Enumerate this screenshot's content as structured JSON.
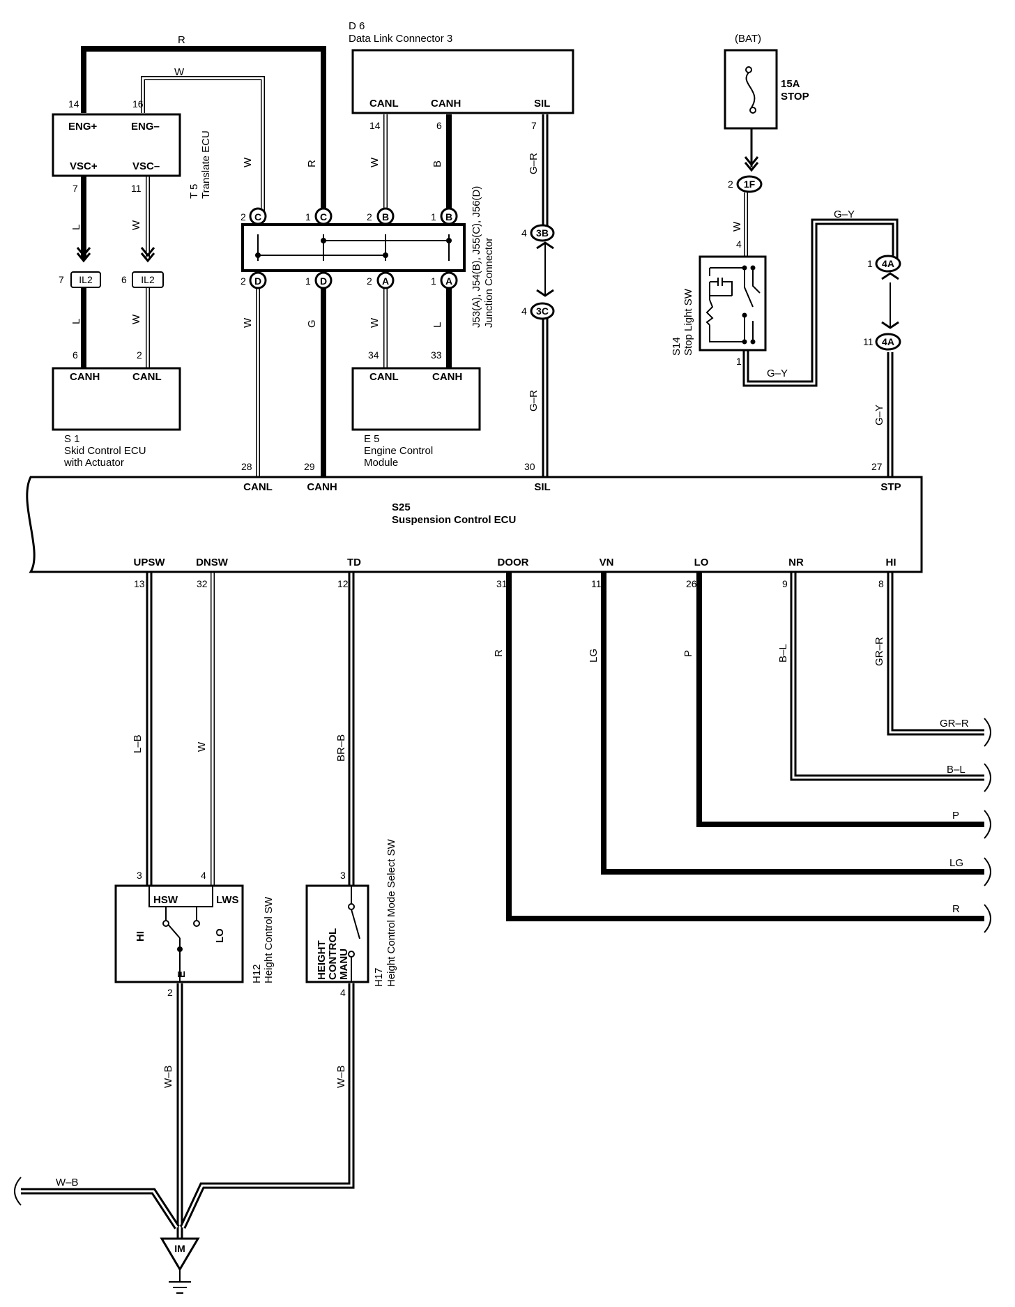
{
  "components": {
    "t5": {
      "id": "T 5",
      "name": "Translate ECU",
      "pins": {
        "eng_plus": "ENG+",
        "eng_minus": "ENG–",
        "vsc_plus": "VSC+",
        "vsc_minus": "VSC–"
      },
      "nums": {
        "p14": "14",
        "p16": "16",
        "p7": "7",
        "p11": "11"
      }
    },
    "s1": {
      "id": "S 1",
      "name1": "Skid Control ECU",
      "name2": "with Actuator",
      "pins": {
        "canh": "CANH",
        "canl": "CANL"
      },
      "nums": {
        "p6": "6",
        "p2": "2"
      }
    },
    "d6": {
      "id": "D 6",
      "name": "Data Link Connector 3",
      "pins": {
        "canl": "CANL",
        "canh": "CANH",
        "sil": "SIL"
      },
      "nums": {
        "p14": "14",
        "p6": "6",
        "p7": "7"
      }
    },
    "junction": {
      "name1": "J53(A), J54(B), J55(C), J56(D)",
      "name2": "Junction Connector",
      "top": [
        {
          "num": "2",
          "tag": "C"
        },
        {
          "num": "1",
          "tag": "C"
        },
        {
          "num": "2",
          "tag": "B"
        },
        {
          "num": "1",
          "tag": "B"
        }
      ],
      "bottom": [
        {
          "num": "2",
          "tag": "D"
        },
        {
          "num": "1",
          "tag": "D"
        },
        {
          "num": "2",
          "tag": "A"
        },
        {
          "num": "1",
          "tag": "A"
        }
      ]
    },
    "e5": {
      "id": "E 5",
      "name1": "Engine Control",
      "name2": "Module",
      "pins": {
        "canl": "CANL",
        "canh": "CANH"
      },
      "nums": {
        "p34": "34",
        "p33": "33"
      }
    },
    "fuse": {
      "source": "(BAT)",
      "rating": "15A",
      "name": "STOP"
    },
    "s14": {
      "id": "S14",
      "name": "Stop Light SW",
      "nums": {
        "p4": "4",
        "p1": "1"
      }
    },
    "s25": {
      "id": "S25",
      "name": "Suspension Control ECU",
      "top_pins": [
        {
          "num": "28",
          "label": "CANL"
        },
        {
          "num": "29",
          "label": "CANH"
        },
        {
          "num": "30",
          "label": "SIL"
        },
        {
          "num": "27",
          "label": "STP"
        }
      ],
      "bottom_pins": [
        {
          "num": "13",
          "label": "UPSW"
        },
        {
          "num": "32",
          "label": "DNSW"
        },
        {
          "num": "12",
          "label": "TD"
        },
        {
          "num": "31",
          "label": "DOOR"
        },
        {
          "num": "11",
          "label": "VN"
        },
        {
          "num": "26",
          "label": "LO"
        },
        {
          "num": "9",
          "label": "NR"
        },
        {
          "num": "8",
          "label": "HI"
        }
      ]
    },
    "h12": {
      "id": "H12",
      "name": "Height Control SW",
      "labels": {
        "hsw": "HSW",
        "lws": "LWS",
        "hi": "HI",
        "lo": "LO",
        "e": "E"
      },
      "nums": {
        "p3": "3",
        "p4": "4",
        "p2": "2"
      }
    },
    "h17": {
      "id": "H17",
      "name": "Height  Control Mode Select SW",
      "labels": {
        "l1": "HEIGHT",
        "l2": "CONTROL",
        "l3": "MANU"
      },
      "nums": {
        "p3": "3",
        "p4": "4"
      }
    },
    "ground": {
      "label": "IM"
    }
  },
  "connectors": {
    "il2_left": {
      "num": "7",
      "label": "IL2"
    },
    "il2_right": {
      "num": "6",
      "label": "IL2"
    },
    "c1f": {
      "num": "2",
      "label": "1F"
    },
    "c3b": {
      "num": "4",
      "label": "3B"
    },
    "c3c": {
      "num": "4",
      "label": "3C"
    },
    "c4a_top": {
      "num": "1",
      "label": "4A"
    },
    "c4a_bottom": {
      "num": "11",
      "label": "4A"
    }
  },
  "wires": {
    "top_r": "R",
    "top_w": "W",
    "t5_w": "W",
    "t5_r": "R",
    "vsc_l": "L",
    "vsc_w": "W",
    "s1_l": "L",
    "s1_w": "W",
    "d6_w": "W",
    "d6_b": "B",
    "d6_gr": "G–R",
    "jct_w1": "W",
    "jct_g": "G",
    "jct_w2": "W",
    "jct_l": "L",
    "sil_gr": "G–R",
    "fuse_w": "W",
    "gy_top": "G–Y",
    "gy_s14": "G–Y",
    "gy_stp": "G–Y",
    "upsw": "L–B",
    "dnsw": "W",
    "td": "BR–B",
    "door": "R",
    "vn": "LG",
    "lo": "P",
    "nr": "B–L",
    "hi": "GR–R",
    "out_grr": "GR–R",
    "out_bl": "B–L",
    "out_p": "P",
    "out_lg": "LG",
    "out_r": "R",
    "h12_wb": "W–B",
    "h17_wb": "W–B",
    "gnd_wb": "W–B"
  }
}
